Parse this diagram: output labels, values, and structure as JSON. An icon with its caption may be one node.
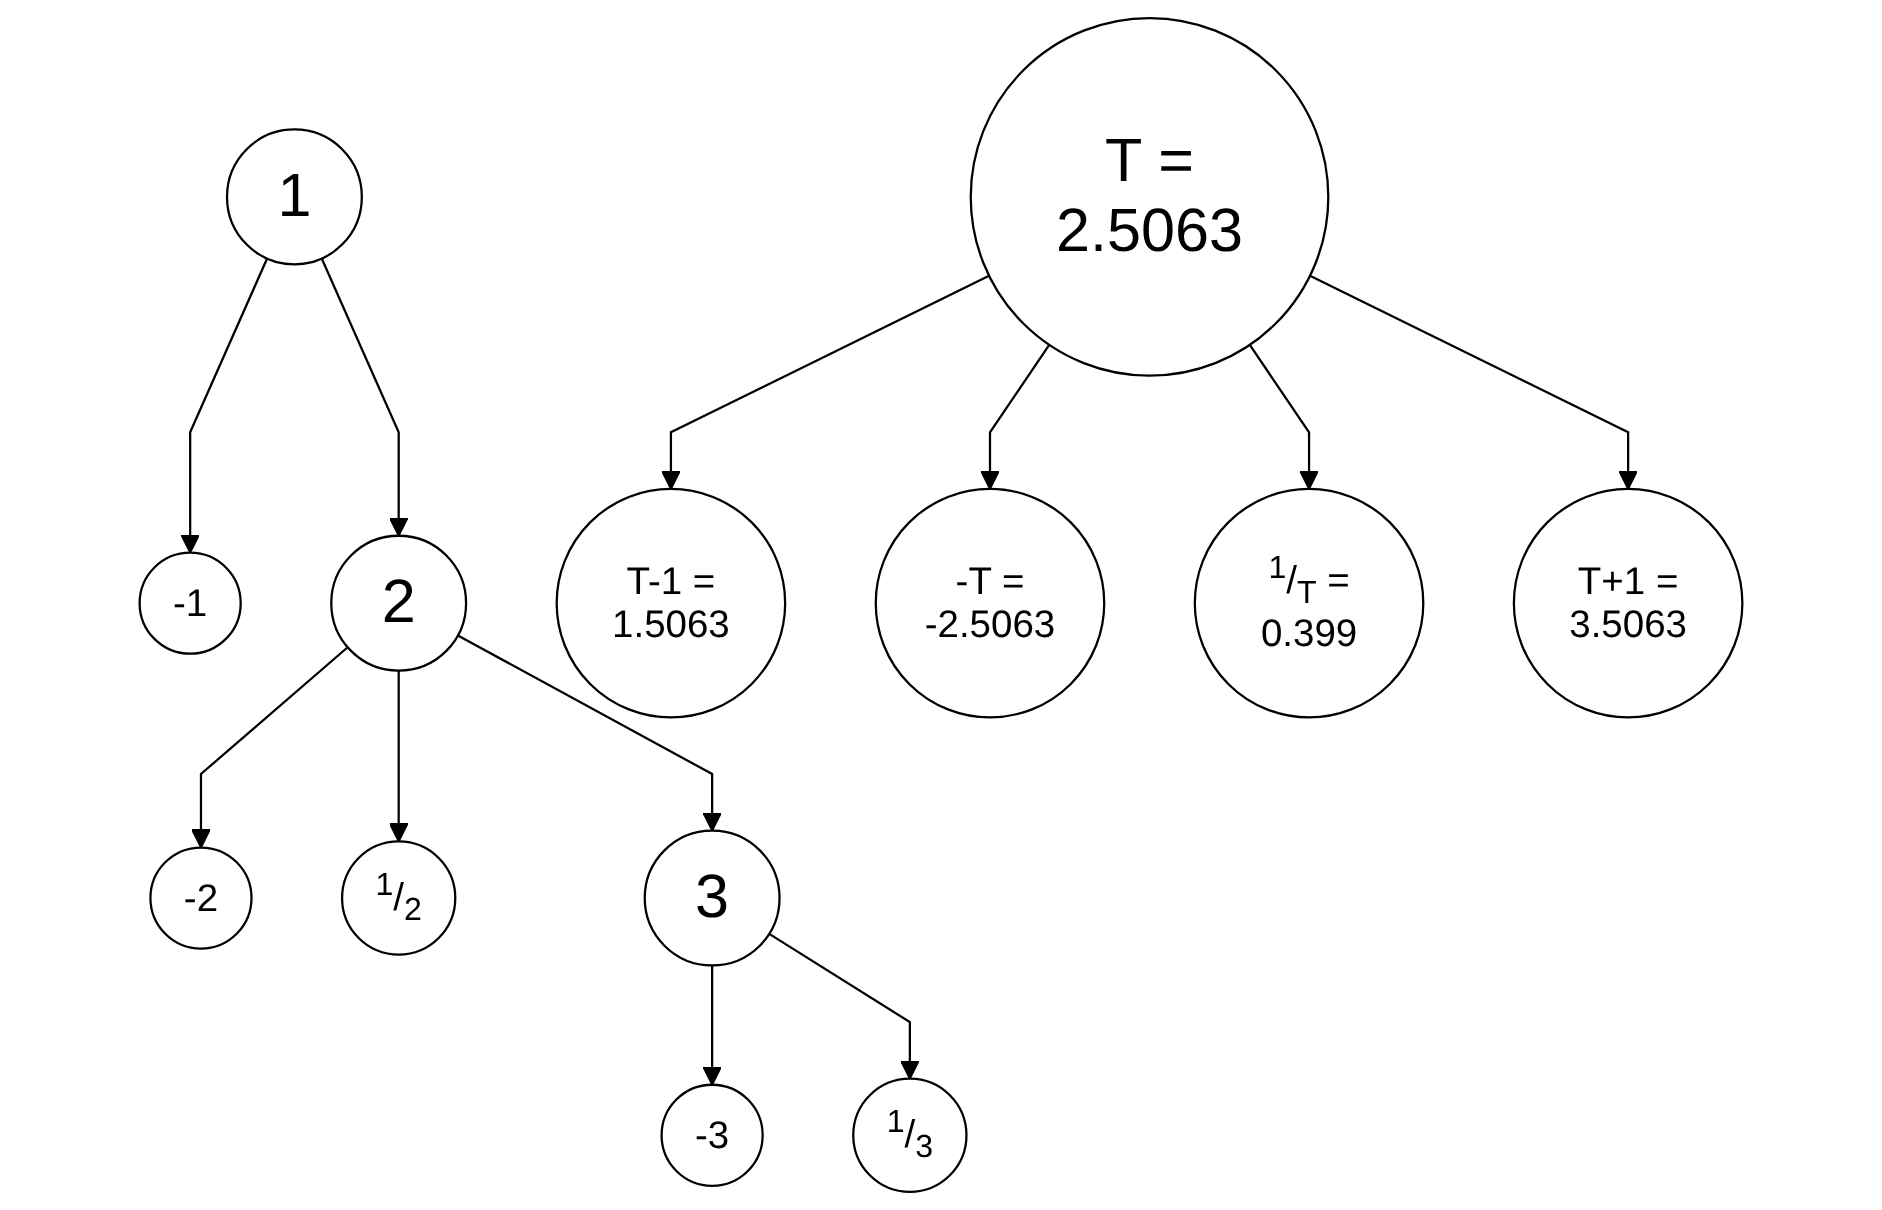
{
  "diagram": {
    "nodes": [
      {
        "text": [
          "1"
        ]
      },
      {
        "text": [
          "-1"
        ]
      },
      {
        "text": [
          "2"
        ]
      },
      {
        "text": [
          "-2"
        ]
      },
      {
        "text": [
          "$^{1}$/$_{2}$"
        ]
      },
      {
        "text": [
          "3"
        ]
      },
      {
        "text": [
          "-3"
        ]
      },
      {
        "text": [
          "$^{1}$/$_{3}$"
        ]
      },
      {
        "text": [
          "T-1 = 1.5063"
        ]
      },
      {
        "text": [
          "-T = -2.5063"
        ]
      },
      {
        "text": [
          "T = 2.5063"
        ]
      },
      {
        "text": [
          "$^{1}$/$_{T}$ = 0.399"
        ]
      },
      {
        "text": [
          "T+1 = 3.5063"
        ]
      }
    ],
    "edges": [
      {
        "from": 0,
        "to": 1,
        "arrow": "to"
      },
      {
        "from": 0,
        "to": 2,
        "arrow": "to"
      },
      {
        "from": 2,
        "to": 3,
        "arrow": "to"
      },
      {
        "from": 2,
        "to": 4,
        "arrow": "to"
      },
      {
        "from": 2,
        "to": 5,
        "arrow": "to"
      },
      {
        "from": 5,
        "to": 6,
        "arrow": "to"
      },
      {
        "from": 5,
        "to": 7,
        "arrow": "to"
      },
      {
        "from": 10,
        "to": 8,
        "arrow": "to"
      },
      {
        "from": 10,
        "to": 9,
        "arrow": "to"
      },
      {
        "from": 10,
        "to": 11,
        "arrow": "to"
      },
      {
        "from": 10,
        "to": 12,
        "arrow": "to"
      }
    ]
  }
}
